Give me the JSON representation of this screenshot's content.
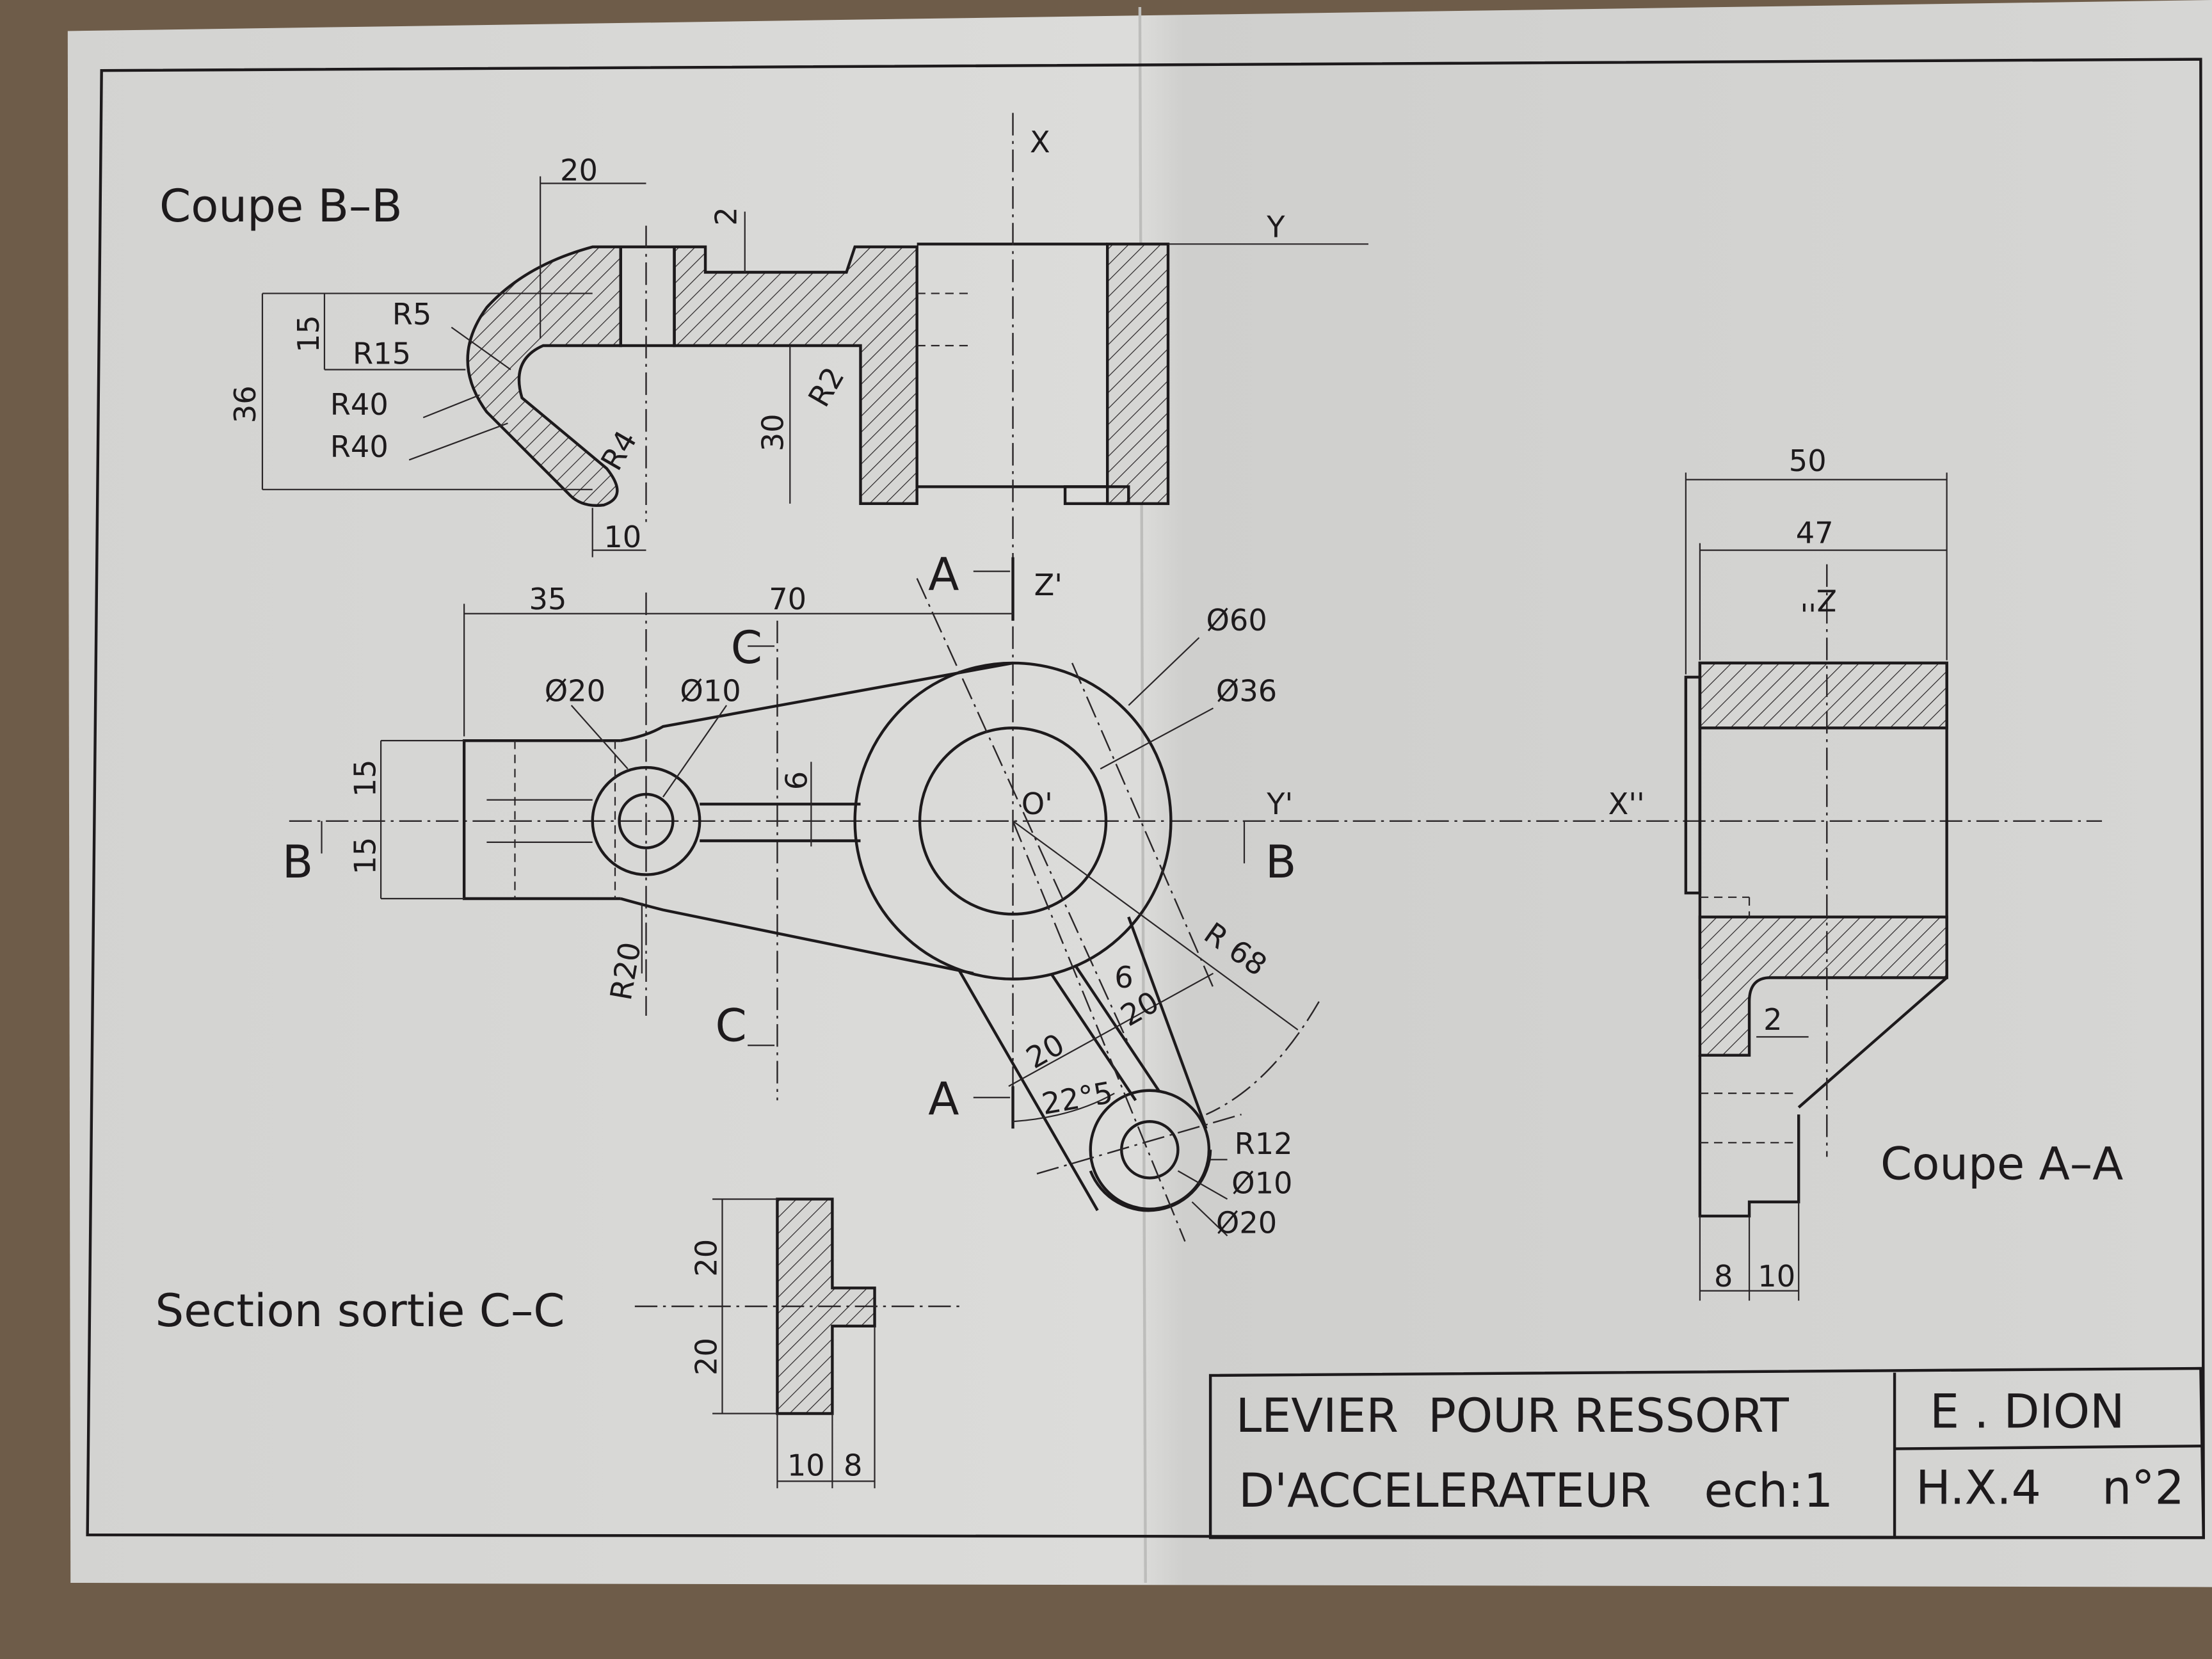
{
  "title_block": {
    "line1": "LEVIER  POUR RESSORT",
    "line2": "D'ACCELERATEUR",
    "scale": "ech:1",
    "author": "E . DION",
    "class": "H.X.4",
    "number": "n°2"
  },
  "views": {
    "coupe_bb": "Coupe  B–B",
    "coupe_aa": "Coupe  A–A",
    "section_cc": "Section sortie  C–C"
  },
  "axes": {
    "x": "X",
    "y": "Y",
    "z1": "Z'",
    "y1": "Y'",
    "x2": "X''",
    "z2": "Z''",
    "o1": "O'"
  },
  "section_marks": {
    "a": "A",
    "b": "B",
    "c": "C"
  },
  "coupe_bb_dims": [
    "20",
    "2",
    "15",
    "36",
    "R5",
    "R15",
    "R40",
    "R40",
    "R4",
    "10",
    "30",
    "R2"
  ],
  "main_dims": [
    "35",
    "70",
    "Ø20",
    "Ø10",
    "15",
    "15",
    "6",
    "R20",
    "Ø60",
    "Ø36",
    "R 68",
    "6",
    "20",
    "20",
    "22°5",
    "R12",
    "Ø10",
    "Ø20"
  ],
  "coupe_aa_dims": [
    "50",
    "47",
    "2",
    "8",
    "10"
  ],
  "section_cc_dims": [
    "20",
    "20",
    "10",
    "8"
  ]
}
